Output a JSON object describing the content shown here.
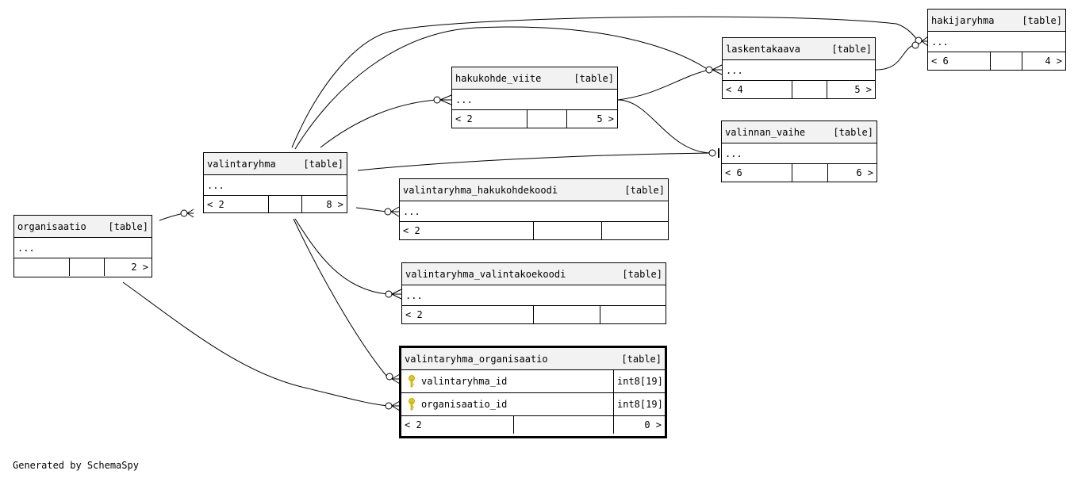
{
  "tables": {
    "organisaatio": {
      "name": "organisaatio",
      "kind": "[table]",
      "ellipsis": "...",
      "children": "2 >"
    },
    "valintaryhma": {
      "name": "valintaryhma",
      "kind": "[table]",
      "ellipsis": "...",
      "parents": "< 2",
      "children": "8 >"
    },
    "hakukohde_viite": {
      "name": "hakukohde_viite",
      "kind": "[table]",
      "ellipsis": "...",
      "parents": "< 2",
      "children": "5 >"
    },
    "laskentakaava": {
      "name": "laskentakaava",
      "kind": "[table]",
      "ellipsis": "...",
      "parents": "< 4",
      "children": "5 >"
    },
    "hakijaryhma": {
      "name": "hakijaryhma",
      "kind": "[table]",
      "ellipsis": "...",
      "parents": "< 6",
      "children": "4 >"
    },
    "valinnan_vaihe": {
      "name": "valinnan_vaihe",
      "kind": "[table]",
      "ellipsis": "...",
      "parents": "< 6",
      "children": "6 >"
    },
    "valintaryhma_hakukohdekoodi": {
      "name": "valintaryhma_hakukohdekoodi",
      "kind": "[table]",
      "ellipsis": "...",
      "parents": "< 2"
    },
    "valintaryhma_valintakoekoodi": {
      "name": "valintaryhma_valintakoekoodi",
      "kind": "[table]",
      "ellipsis": "...",
      "parents": "< 2"
    },
    "valintaryhma_organisaatio": {
      "name": "valintaryhma_organisaatio",
      "kind": "[table]",
      "columns": [
        {
          "name": "valintaryhma_id",
          "type": "int8[19]"
        },
        {
          "name": "organisaatio_id",
          "type": "int8[19]"
        }
      ],
      "parents": "< 2",
      "children": "0 >"
    }
  },
  "colors": {
    "key_icon": "#e6c800",
    "header_bg": "#f2f2f2",
    "line": "#000000"
  },
  "footer": {
    "generated_by": "Generated by SchemaSpy"
  }
}
